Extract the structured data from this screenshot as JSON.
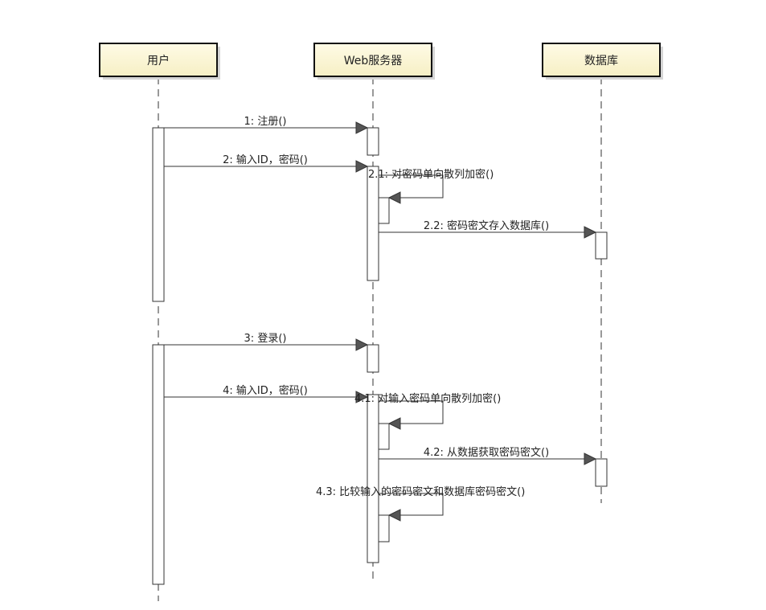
{
  "participants": [
    {
      "id": "user",
      "label": "用户"
    },
    {
      "id": "web",
      "label": "Web服务器"
    },
    {
      "id": "db",
      "label": "数据库"
    }
  ],
  "messages": [
    {
      "id": "m1",
      "label": "1: 注册()",
      "from": "user",
      "to": "web"
    },
    {
      "id": "m2",
      "label": "2: 输入ID，密码()",
      "from": "user",
      "to": "web"
    },
    {
      "id": "m2_1",
      "label": "2.1: 对密码单向散列加密()",
      "from": "web",
      "to": "web"
    },
    {
      "id": "m2_2",
      "label": "2.2: 密码密文存入数据库()",
      "from": "web",
      "to": "db"
    },
    {
      "id": "m3",
      "label": "3: 登录()",
      "from": "user",
      "to": "web"
    },
    {
      "id": "m4",
      "label": "4: 输入ID，密码()",
      "from": "user",
      "to": "web"
    },
    {
      "id": "m4_1",
      "label": "4.1: 对输入密码单向散列加密()",
      "from": "web",
      "to": "web"
    },
    {
      "id": "m4_2",
      "label": "4.2: 从数据获取密码密文()",
      "from": "web",
      "to": "db"
    },
    {
      "id": "m4_3",
      "label": "4.3: 比较输入的密码密文和数据库密码密文()",
      "from": "web",
      "to": "web"
    }
  ],
  "colors": {
    "header_fill_top": "#fffbe6",
    "header_fill_bottom": "#f6efc4",
    "header_stroke": "#111111",
    "line": "#333333",
    "arrowhead": "#555555"
  }
}
